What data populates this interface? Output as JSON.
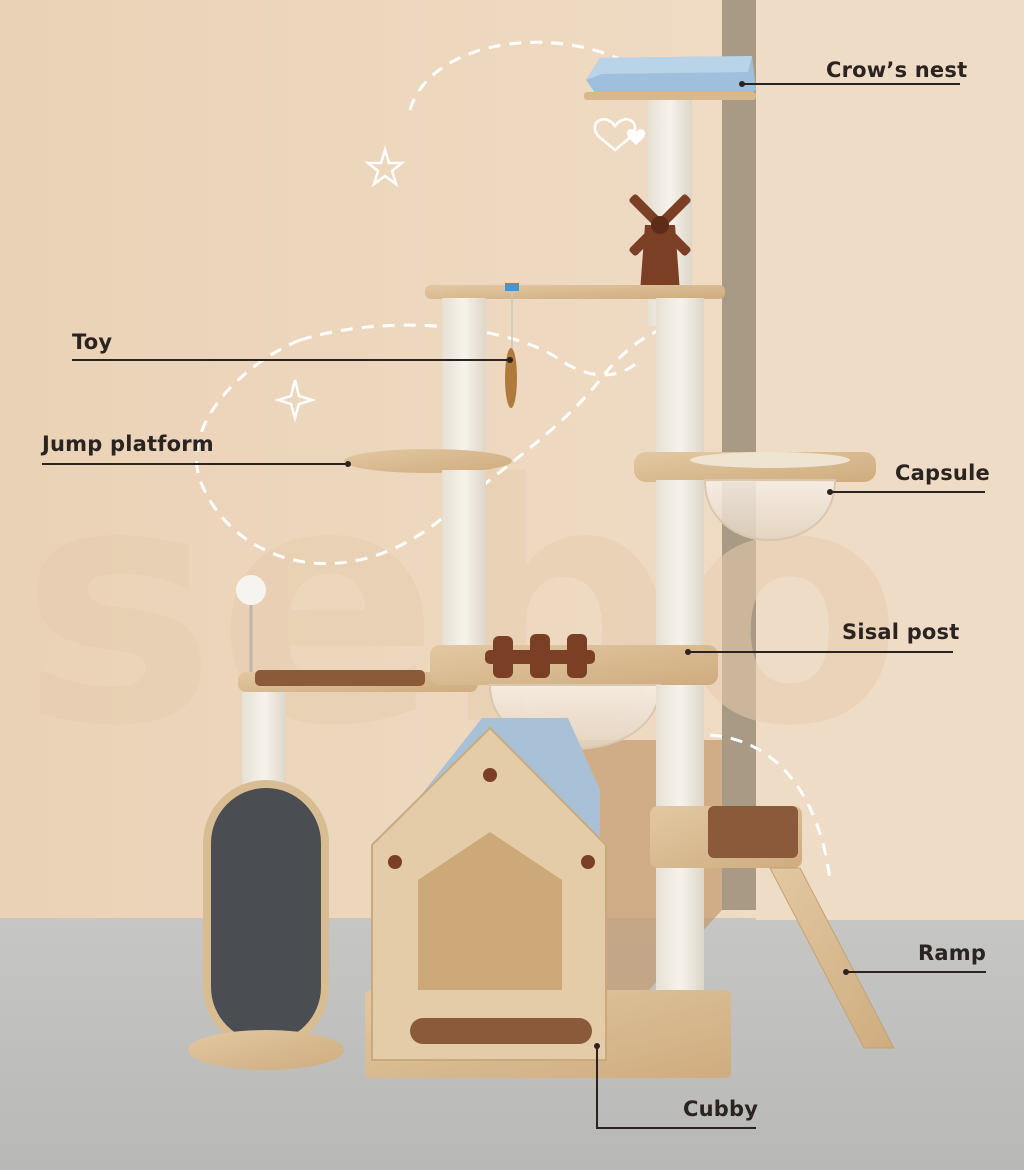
{
  "callouts": {
    "crows_nest": "Crow’s nest",
    "toy": "Toy",
    "jump_platform": "Jump platform",
    "capsule": "Capsule",
    "sisal_post": "Sisal post",
    "ramp": "Ramp",
    "cubby": "Cubby"
  },
  "colors": {
    "wall": "#ecd6bd",
    "floor": "#c2c2c0",
    "wood": "#d8b98e",
    "sisal": "#f1ece2",
    "nest_cushion": "#9fc0dc",
    "felt": "#8a5a3b",
    "scratch_pad": "#4a4d52"
  }
}
